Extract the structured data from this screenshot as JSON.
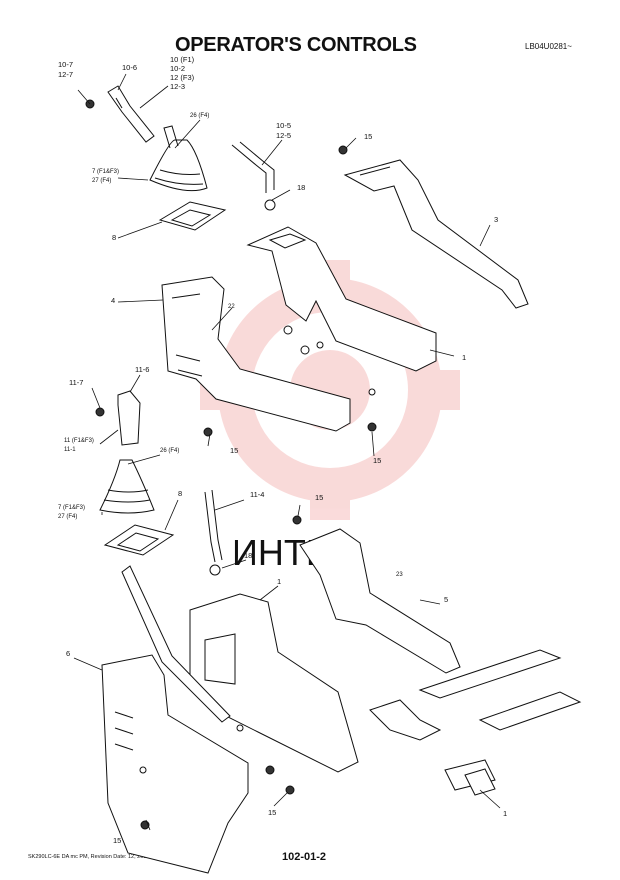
{
  "page": {
    "title": "OPERATOR'S CONTROLS",
    "doc_code": "LB04U0281~",
    "footer_left": "SK290LC-6E DA mc PM, Revision Date: 12, 2004",
    "page_number": "102-01-2",
    "watermark": "ИНТЕХ"
  },
  "callouts": {
    "c10_7": "10-7",
    "c12_7": "12-7",
    "c10_6": "10-6",
    "c10_f1": "10 (F1)",
    "c10_2": "10-2",
    "c12_f3": "12 (F3)",
    "c12_3": "12-3",
    "c26_top": "26 (F4)",
    "c7_top": "7 (F1&F3)",
    "c27_top": "27 (F4)",
    "c8_top": "8",
    "c10_5": "10-5",
    "c12_5": "12-5",
    "c15_a": "15",
    "c18_a": "18",
    "c3": "3",
    "c4": "4",
    "c22": "22",
    "c1_a": "1",
    "c11_7": "11-7",
    "c11_6": "11-6",
    "c11_f": "11 (F1&F3)",
    "c11_1": "11-1",
    "c15_b": "15",
    "c15_c": "15",
    "c26_bot": "26 (F4)",
    "c8_bot": "8",
    "c7_bot": "7 (F1&F3)",
    "c27_bot": "27 (F4)",
    "c11_4": "11-4",
    "c15_d": "15",
    "c18_b": "18",
    "c23": "23",
    "c5": "5",
    "c1_b": "1",
    "c6": "6",
    "c15_e": "15",
    "c15_f": "15",
    "c1_c": "1"
  }
}
